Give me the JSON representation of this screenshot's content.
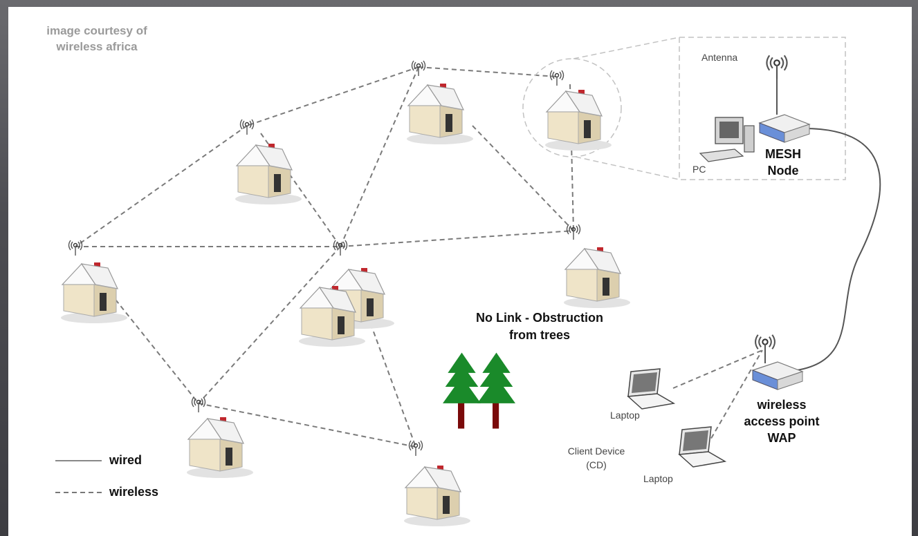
{
  "credit": {
    "line1": "image courtesy of",
    "line2": "wireless africa"
  },
  "labels": {
    "antenna": "Antenna",
    "pc": "PC",
    "mesh_node_line1": "MESH",
    "mesh_node_line2": "Node",
    "obstruction_line1": "No Link - Obstruction",
    "obstruction_line2": "from trees",
    "laptop": "Laptop",
    "client_device_line1": "Client Device",
    "client_device_line2": "(CD)",
    "wap_line1": "wireless",
    "wap_line2": "access point",
    "wap_line3": "WAP"
  },
  "legend": {
    "wired": "wired",
    "wireless": "wireless"
  },
  "colors": {
    "tree": "#1a8a2a",
    "trunk": "#7a0a0a",
    "house_wall": "#efe4c8",
    "house_roof": "#f7f7f7",
    "chimney": "#c0272d",
    "link": "#7a7a7a",
    "router": "#6a8fd8"
  }
}
